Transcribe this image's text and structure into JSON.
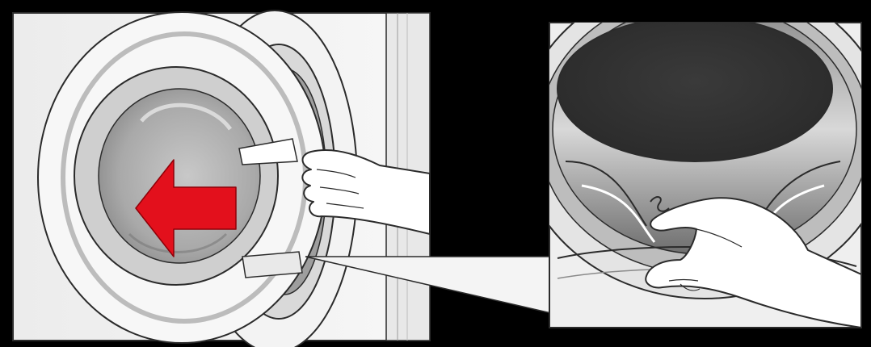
{
  "illustration": {
    "panels": [
      {
        "id": "left",
        "subject": "washing-machine-door-open"
      },
      {
        "id": "right",
        "subject": "door-seal-inspection-closeup"
      }
    ],
    "arrow_color": "#E3101C",
    "line_color": "#2B2B2B",
    "background_color": "#000000",
    "panel_bg": "#F1F1F1",
    "drum_dark": "#333333",
    "icons": [
      "arrow-left-icon",
      "hand-icon",
      "zoom-callout-icon"
    ]
  }
}
